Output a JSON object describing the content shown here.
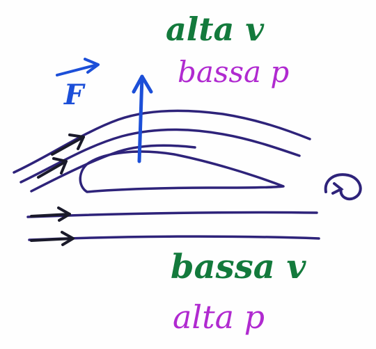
{
  "labels": {
    "force": "F",
    "top_velocity": "alta v",
    "top_pressure": "bassa p",
    "bottom_velocity": "bassa v",
    "bottom_pressure": "alta p"
  },
  "colors": {
    "streamline": "#2e237a",
    "arrow_black": "#1a1a2a",
    "force": "#1c4fd8",
    "velocity_text": "#137a3c",
    "pressure_text": "#b02ad0",
    "background": "#fefefe"
  },
  "icons": {
    "force_vector": "upward-arrow",
    "vortex": "circular-arrow-icon"
  }
}
